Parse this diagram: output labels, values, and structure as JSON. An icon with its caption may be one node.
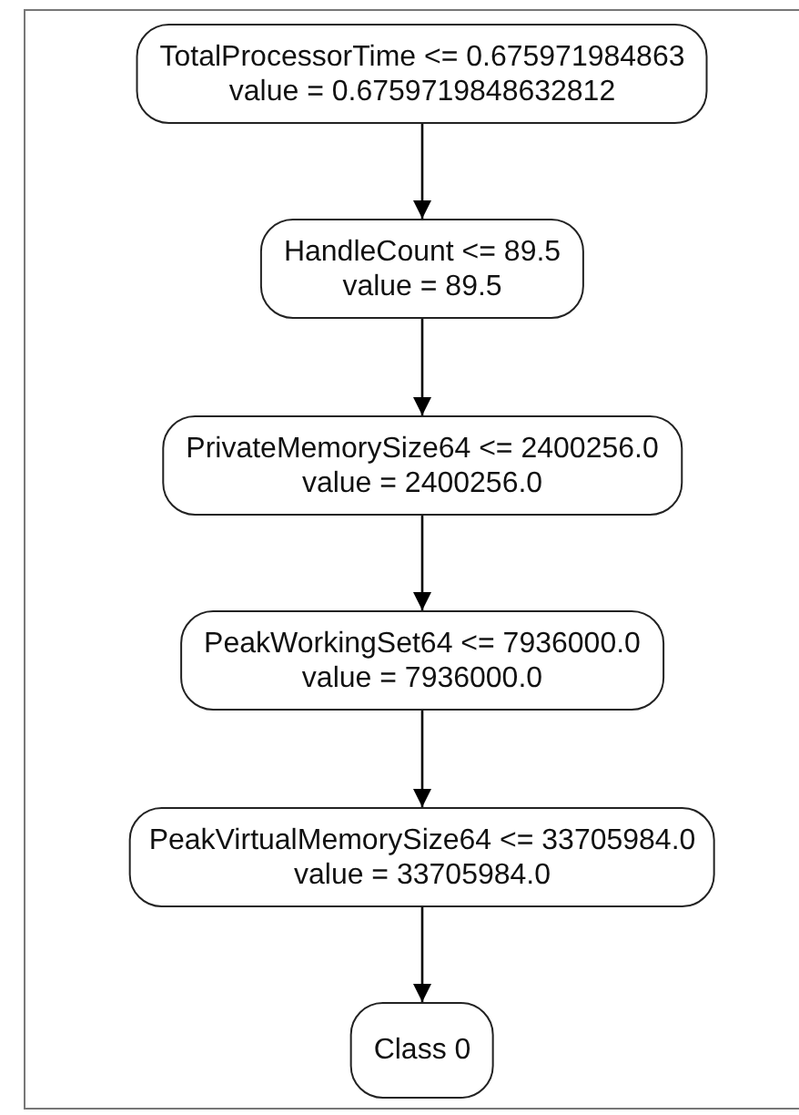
{
  "diagram": {
    "nodes": [
      {
        "text": [
          "TotalProcessorTime <= 0.675971984863",
          "value = 0.6759719848632812"
        ]
      },
      {
        "text": [
          "HandleCount <= 89.5",
          "value = 89.5"
        ]
      },
      {
        "text": [
          "PrivateMemorySize64 <= 2400256.0",
          "value = 2400256.0"
        ]
      },
      {
        "text": [
          "PeakWorkingSet64 <= 7936000.0",
          "value = 7936000.0"
        ]
      },
      {
        "text": [
          "PeakVirtualMemorySize64 <= 33705984.0",
          "value = 33705984.0"
        ]
      },
      {
        "text": [
          "Class 0"
        ]
      }
    ],
    "edges": [
      {
        "from": 0,
        "to": 1,
        "arrow": "to"
      },
      {
        "from": 1,
        "to": 2,
        "arrow": "to"
      },
      {
        "from": 2,
        "to": 3,
        "arrow": "to"
      },
      {
        "from": 3,
        "to": 4,
        "arrow": "to"
      },
      {
        "from": 4,
        "to": 5,
        "arrow": "to"
      }
    ]
  }
}
